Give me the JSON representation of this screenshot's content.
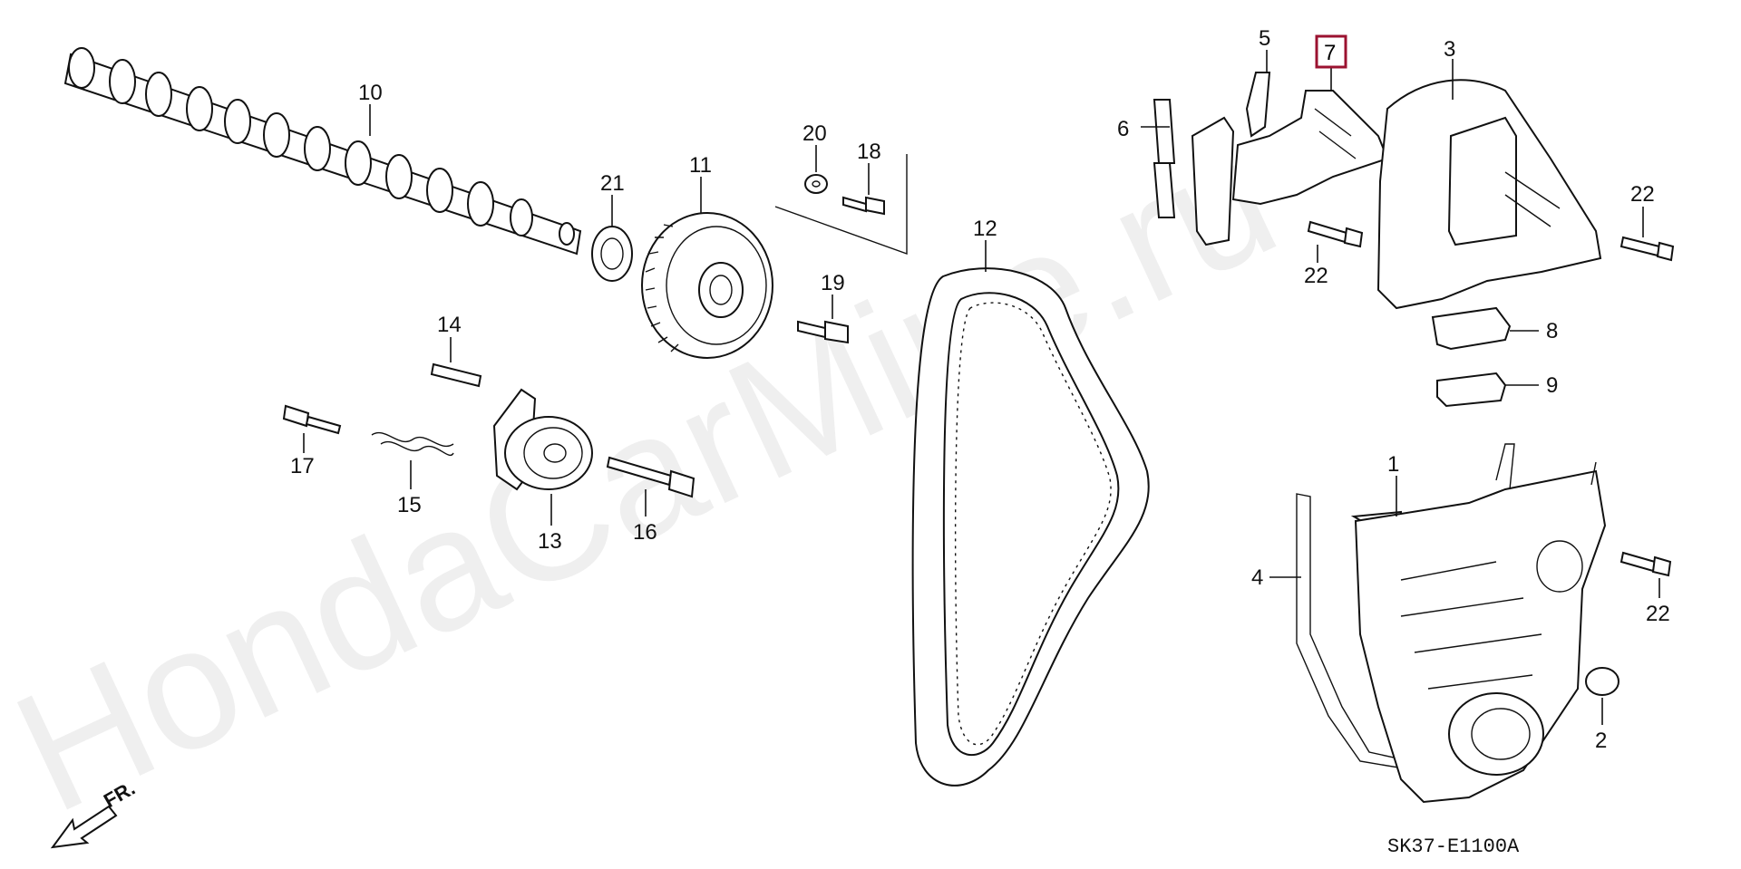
{
  "watermark": "HondaCarMine.ru",
  "diagram_code": "SK37-E1100A",
  "direction_label": "FR.",
  "highlighted_part": "7",
  "parts": [
    {
      "id": "p1",
      "label": "1"
    },
    {
      "id": "p2",
      "label": "2"
    },
    {
      "id": "p3",
      "label": "3"
    },
    {
      "id": "p4",
      "label": "4"
    },
    {
      "id": "p5",
      "label": "5"
    },
    {
      "id": "p6",
      "label": "6"
    },
    {
      "id": "p7",
      "label": "7"
    },
    {
      "id": "p8",
      "label": "8"
    },
    {
      "id": "p9",
      "label": "9"
    },
    {
      "id": "p10",
      "label": "10"
    },
    {
      "id": "p11",
      "label": "11"
    },
    {
      "id": "p12",
      "label": "12"
    },
    {
      "id": "p13",
      "label": "13"
    },
    {
      "id": "p14",
      "label": "14"
    },
    {
      "id": "p15",
      "label": "15"
    },
    {
      "id": "p16",
      "label": "16"
    },
    {
      "id": "p17",
      "label": "17"
    },
    {
      "id": "p18",
      "label": "18"
    },
    {
      "id": "p19",
      "label": "19"
    },
    {
      "id": "p20",
      "label": "20"
    },
    {
      "id": "p21",
      "label": "21"
    },
    {
      "id": "p22a",
      "label": "22"
    },
    {
      "id": "p22b",
      "label": "22"
    },
    {
      "id": "p22c",
      "label": "22"
    }
  ]
}
